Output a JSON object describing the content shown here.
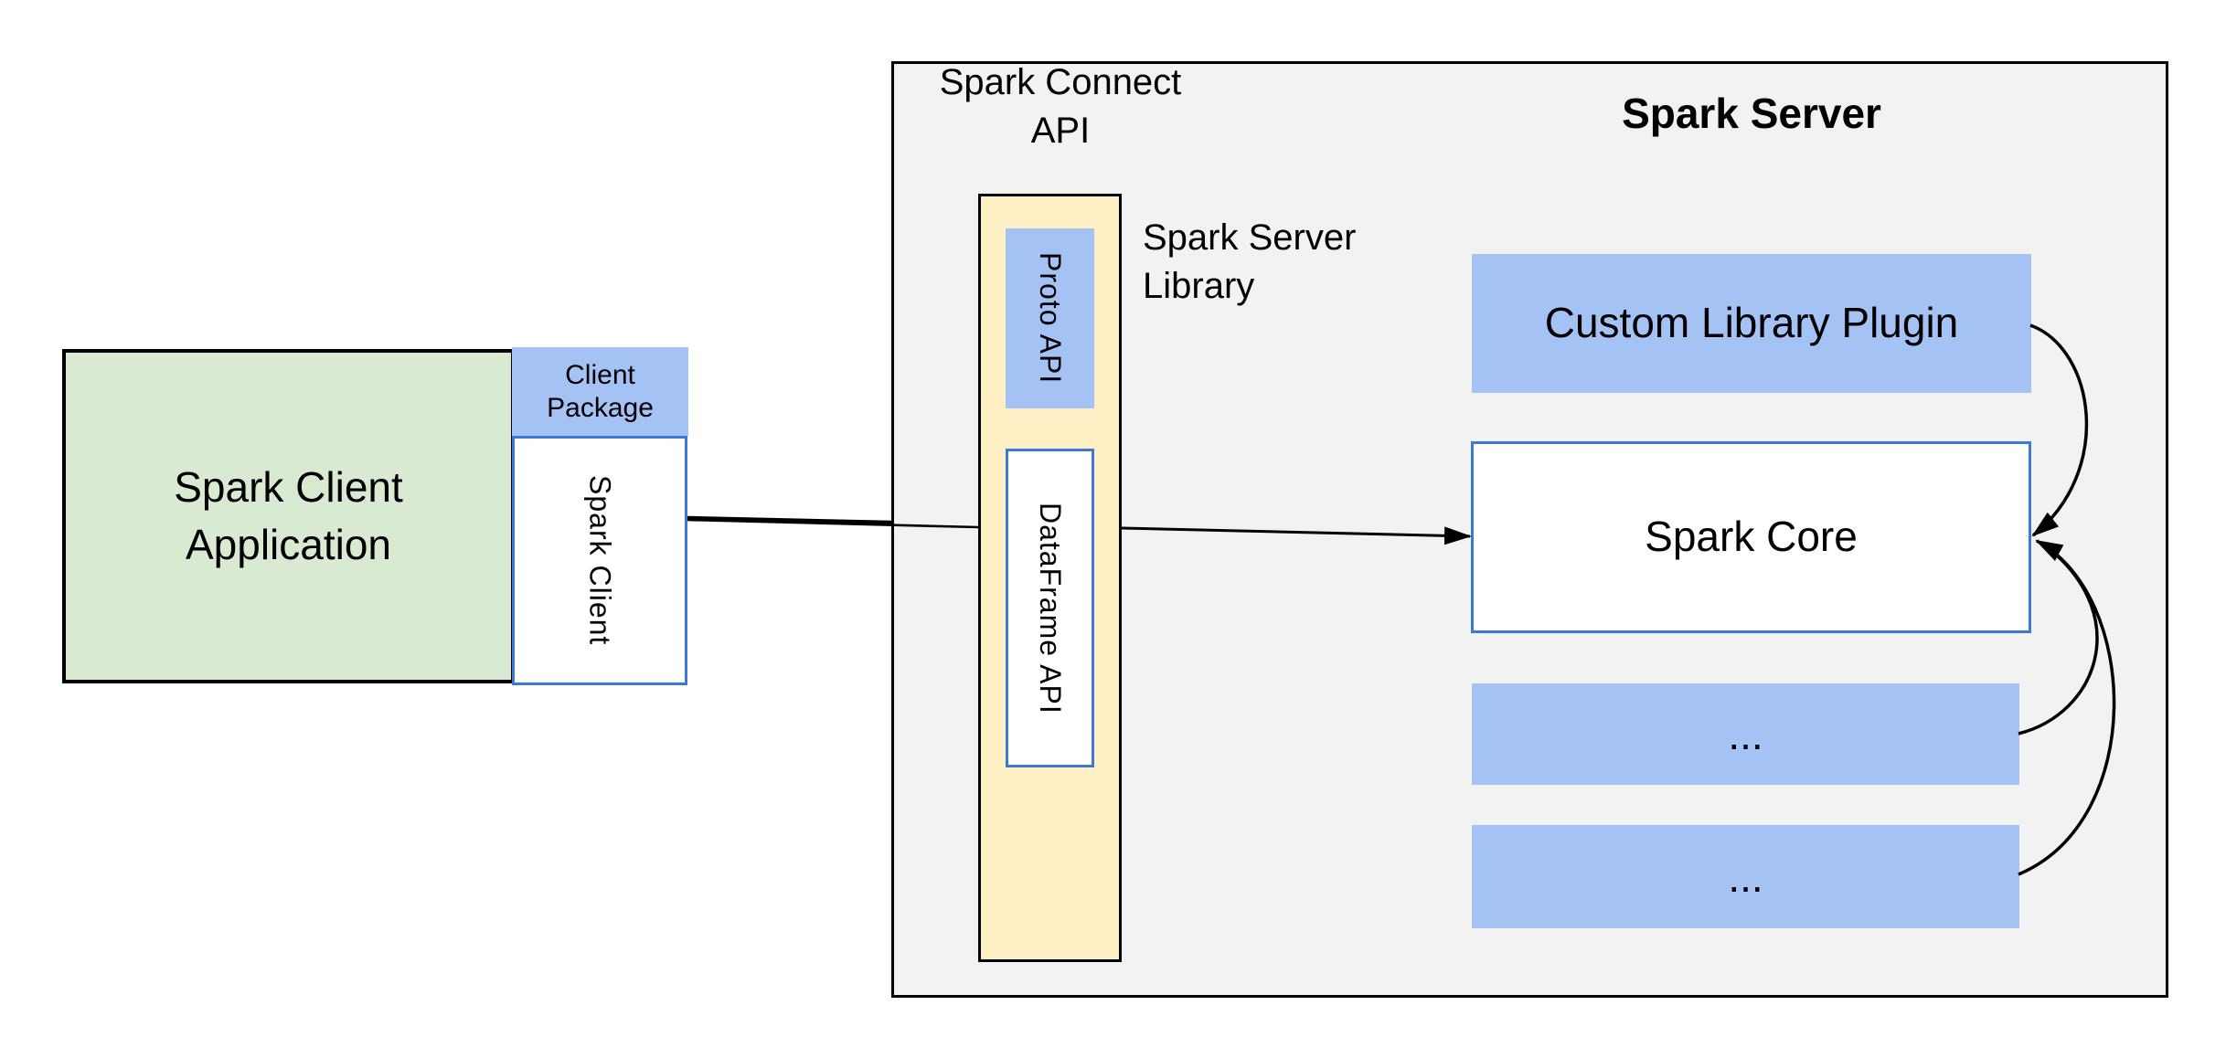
{
  "diagram": {
    "client": {
      "app_label": "Spark Client Application",
      "package_label": "Client Package",
      "client_label": "Spark Client"
    },
    "connect": {
      "title": "Spark Connect API",
      "server_library_label": "Spark Server Library",
      "proto_api_label": "Proto API",
      "dataframe_api_label": "DataFrame API"
    },
    "server": {
      "title": "Spark Server",
      "plugin_label": "Custom Library Plugin",
      "core_label": "Spark Core",
      "extension_boxes": [
        {
          "label": "..."
        },
        {
          "label": "..."
        }
      ]
    },
    "colors": {
      "client_app_fill": "#D9EAD3",
      "blue_fill": "#A4C2F4",
      "yellow_fill": "#FFEFC4",
      "server_container_fill": "#F2F2F2",
      "blue_border": "#3C78D8",
      "line_color": "#000000"
    }
  }
}
